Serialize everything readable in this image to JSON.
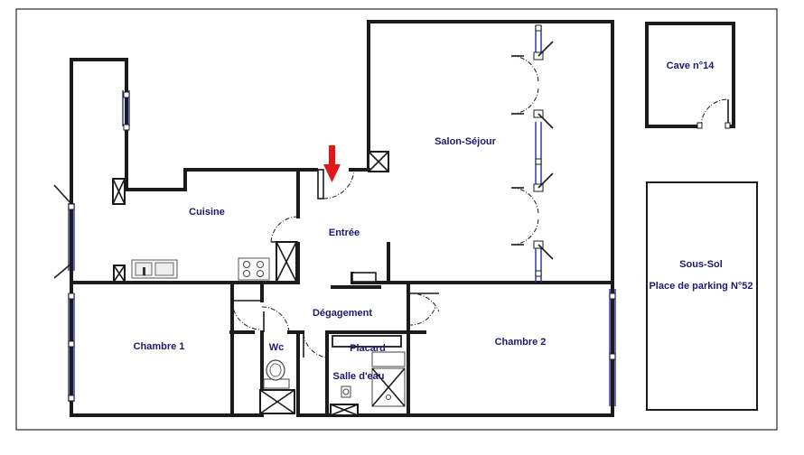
{
  "rooms": {
    "cave": "Cave n°14",
    "salon": "Salon-Séjour",
    "cuisine": "Cuisine",
    "entree": "Entrée",
    "sous_sol": "Sous-Sol",
    "parking": "Place de parking N°52",
    "degagement": "Dégagement",
    "chambre1": "Chambre 1",
    "chambre2": "Chambre 2",
    "wc": "Wc",
    "placard": "Placard",
    "salle_eau": "Salle d'eau"
  },
  "colors": {
    "wall": "#1b1b1b",
    "label": "#1a1a6e",
    "window": "#2a2aa0",
    "arrow": "#e01818"
  }
}
